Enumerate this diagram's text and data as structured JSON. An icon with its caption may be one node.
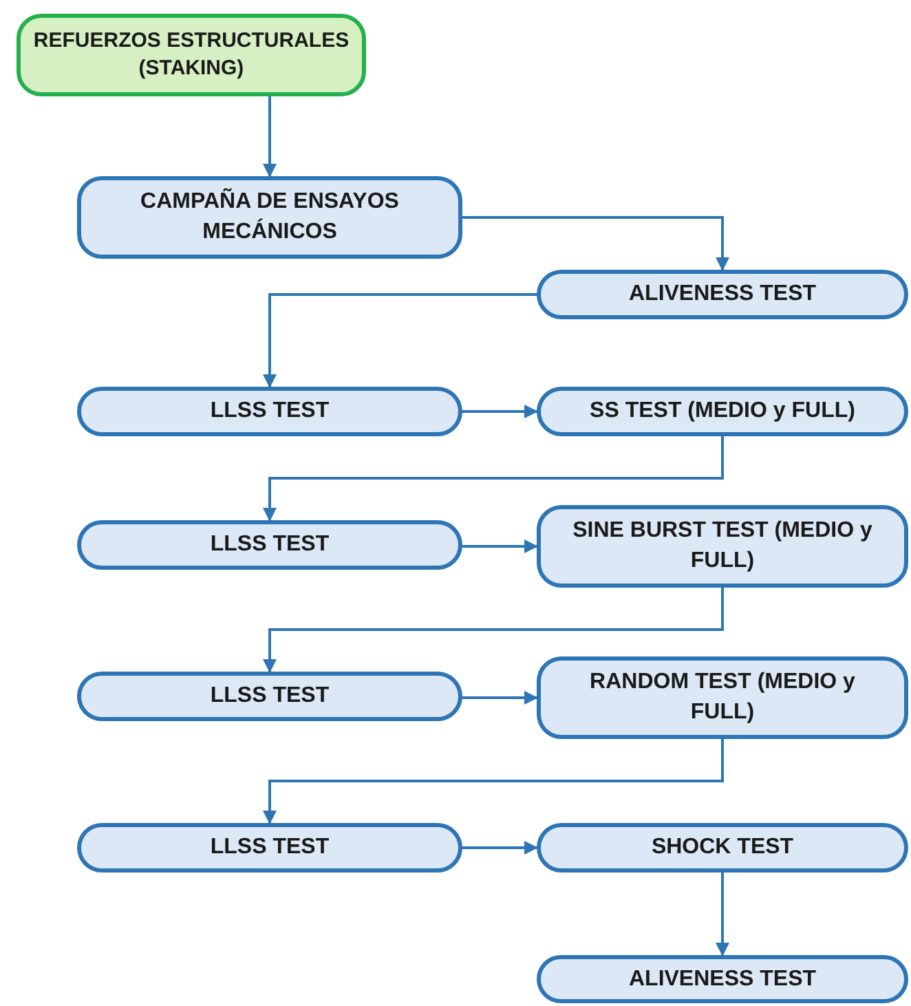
{
  "diagram": {
    "nodes": [
      {
        "text": [
          "REFUERZOS ESTRUCTURALES (STAKING)"
        ]
      },
      {
        "text": [
          "CAMPAÑA DE ENSAYOS MECÁNICOS"
        ]
      },
      {
        "text": [
          "ALIVENESS TEST"
        ]
      },
      {
        "text": [
          "LLSS TEST"
        ]
      },
      {
        "text": [
          "SS TEST (MEDIO y FULL)"
        ]
      },
      {
        "text": [
          "LLSS TEST"
        ]
      },
      {
        "text": [
          "SINE BURST TEST (MEDIO y FULL)"
        ]
      },
      {
        "text": [
          "LLSS TEST"
        ]
      },
      {
        "text": [
          "RANDOM TEST (MEDIO y FULL)"
        ]
      },
      {
        "text": [
          "LLSS TEST"
        ]
      },
      {
        "text": [
          "SHOCK TEST"
        ]
      },
      {
        "text": [
          "ALIVENESS TEST"
        ]
      }
    ],
    "edges": [
      {
        "from": 0,
        "to": 1,
        "arrow": "to"
      },
      {
        "from": 1,
        "to": 2,
        "arrow": "to"
      },
      {
        "from": 2,
        "to": 3,
        "arrow": "to"
      },
      {
        "from": 3,
        "to": 4,
        "arrow": "to"
      },
      {
        "from": 4,
        "to": 5,
        "arrow": "to"
      },
      {
        "from": 5,
        "to": 6,
        "arrow": "to"
      },
      {
        "from": 6,
        "to": 7,
        "arrow": "to"
      },
      {
        "from": 7,
        "to": 8,
        "arrow": "to"
      },
      {
        "from": 8,
        "to": 9,
        "arrow": "to"
      },
      {
        "from": 9,
        "to": 10,
        "arrow": "to"
      },
      {
        "from": 10,
        "to": 11,
        "arrow": "to"
      }
    ]
  }
}
